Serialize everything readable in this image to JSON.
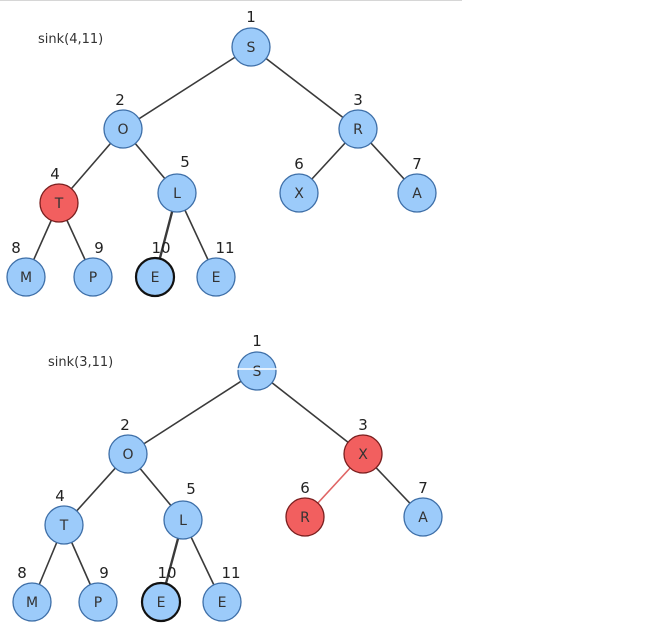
{
  "colors": {
    "node_fill": "#9ccbfa",
    "node_stroke": "#3e6fa8",
    "highlight_fill": "#f25f5f",
    "highlight_stroke": "#7a1f1f",
    "edge": "#3a3a3a",
    "edge_highlight": "#e06565",
    "text": "#333333"
  },
  "diagrams": [
    {
      "caption": "sink(4,11)",
      "nodes": [
        {
          "index": "1",
          "letter": "S",
          "highlight": false,
          "bold": false
        },
        {
          "index": "2",
          "letter": "O",
          "highlight": false,
          "bold": false
        },
        {
          "index": "3",
          "letter": "R",
          "highlight": false,
          "bold": false
        },
        {
          "index": "4",
          "letter": "T",
          "highlight": true,
          "bold": false
        },
        {
          "index": "5",
          "letter": "L",
          "highlight": false,
          "bold": false
        },
        {
          "index": "6",
          "letter": "X",
          "highlight": false,
          "bold": false
        },
        {
          "index": "7",
          "letter": "A",
          "highlight": false,
          "bold": false
        },
        {
          "index": "8",
          "letter": "M",
          "highlight": false,
          "bold": false
        },
        {
          "index": "9",
          "letter": "P",
          "highlight": false,
          "bold": false
        },
        {
          "index": "10",
          "letter": "E",
          "highlight": false,
          "bold": true
        },
        {
          "index": "11",
          "letter": "E",
          "highlight": false,
          "bold": false
        }
      ],
      "edges": [
        {
          "from": "1",
          "to": "2"
        },
        {
          "from": "1",
          "to": "3"
        },
        {
          "from": "2",
          "to": "4"
        },
        {
          "from": "2",
          "to": "5"
        },
        {
          "from": "3",
          "to": "6"
        },
        {
          "from": "3",
          "to": "7"
        },
        {
          "from": "4",
          "to": "8"
        },
        {
          "from": "4",
          "to": "9"
        },
        {
          "from": "5",
          "to": "10",
          "bold": true
        },
        {
          "from": "5",
          "to": "11"
        }
      ]
    },
    {
      "caption": "sink(3,11)",
      "nodes": [
        {
          "index": "1",
          "letter": "S",
          "highlight": false,
          "bold": false
        },
        {
          "index": "2",
          "letter": "O",
          "highlight": false,
          "bold": false
        },
        {
          "index": "3",
          "letter": "X",
          "highlight": true,
          "bold": false
        },
        {
          "index": "4",
          "letter": "T",
          "highlight": false,
          "bold": false
        },
        {
          "index": "5",
          "letter": "L",
          "highlight": false,
          "bold": false
        },
        {
          "index": "6",
          "letter": "R",
          "highlight": true,
          "bold": false
        },
        {
          "index": "7",
          "letter": "A",
          "highlight": false,
          "bold": false
        },
        {
          "index": "8",
          "letter": "M",
          "highlight": false,
          "bold": false
        },
        {
          "index": "9",
          "letter": "P",
          "highlight": false,
          "bold": false
        },
        {
          "index": "10",
          "letter": "E",
          "highlight": false,
          "bold": true
        },
        {
          "index": "11",
          "letter": "E",
          "highlight": false,
          "bold": false
        }
      ],
      "edges": [
        {
          "from": "1",
          "to": "2"
        },
        {
          "from": "1",
          "to": "3"
        },
        {
          "from": "2",
          "to": "4"
        },
        {
          "from": "2",
          "to": "5"
        },
        {
          "from": "3",
          "to": "6",
          "highlight": true
        },
        {
          "from": "3",
          "to": "7"
        },
        {
          "from": "4",
          "to": "8"
        },
        {
          "from": "4",
          "to": "9"
        },
        {
          "from": "5",
          "to": "10",
          "bold": true
        },
        {
          "from": "5",
          "to": "11"
        }
      ]
    }
  ]
}
